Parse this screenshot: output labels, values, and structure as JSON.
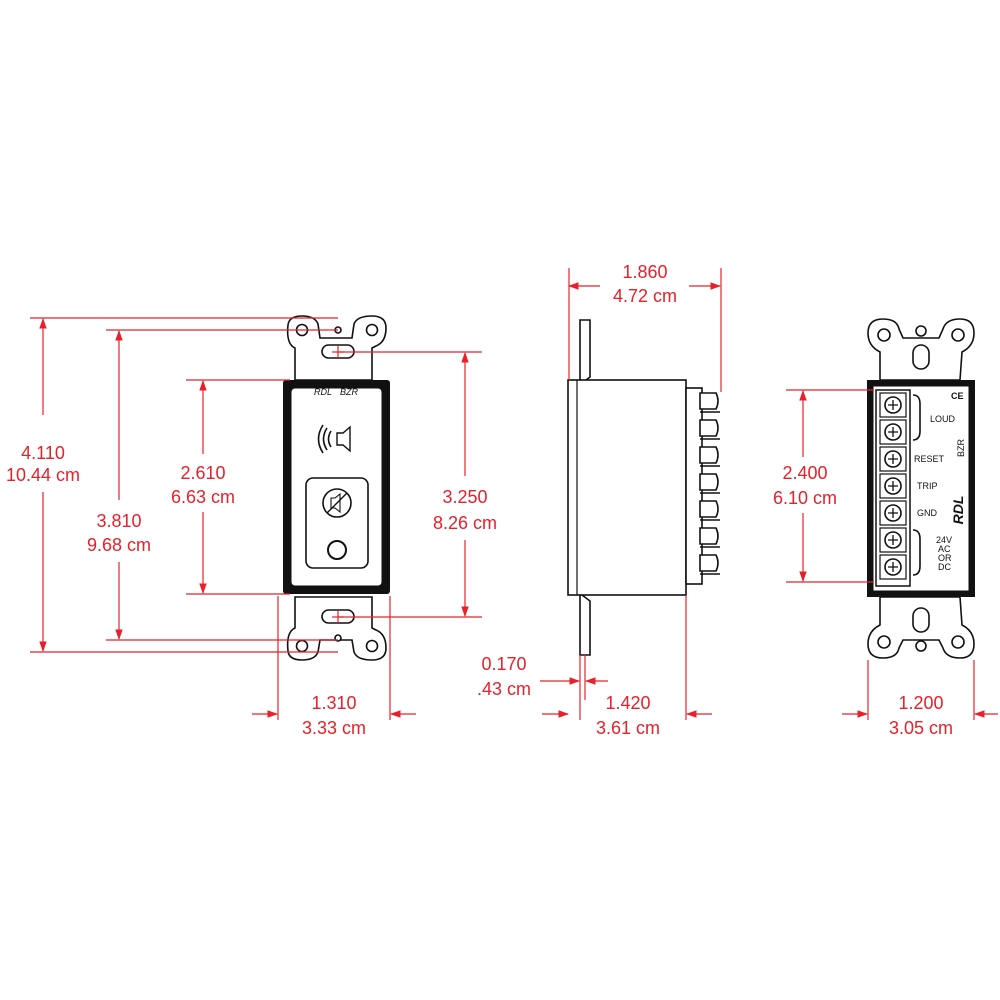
{
  "colors": {
    "dimension": "#e8202a",
    "outline": "#111111",
    "background": "#ffffff"
  },
  "front_view": {
    "brand_label": "RDL",
    "model_label": "BZR",
    "dims": {
      "overall_height": {
        "in": "4.110",
        "cm": "10.44 cm"
      },
      "mount_height": {
        "in": "3.810",
        "cm": "9.68 cm"
      },
      "panel_height": {
        "in": "2.610",
        "cm": "6.63 cm"
      },
      "screw_spacing": {
        "in": "3.250",
        "cm": "8.26 cm"
      },
      "width": {
        "in": "1.310",
        "cm": "3.33 cm"
      }
    },
    "icons": [
      "speaker-icon",
      "mute-speaker-icon",
      "reset-button-icon"
    ]
  },
  "side_view": {
    "dims": {
      "total_depth": {
        "in": "1.860",
        "cm": "4.72 cm"
      },
      "flange": {
        "in": "0.170",
        "cm": ".43 cm"
      },
      "body_depth": {
        "in": "1.420",
        "cm": "3.61 cm"
      }
    }
  },
  "rear_view": {
    "brand_label": "RDL",
    "model_label": "BZR",
    "ce_mark": "CE",
    "terminals": [
      "LOUD",
      "RESET",
      "TRIP",
      "GND",
      "24V",
      "AC",
      "OR",
      "DC"
    ],
    "dims": {
      "terminal_height": {
        "in": "2.400",
        "cm": "6.10 cm"
      },
      "width": {
        "in": "1.200",
        "cm": "3.05 cm"
      }
    }
  }
}
